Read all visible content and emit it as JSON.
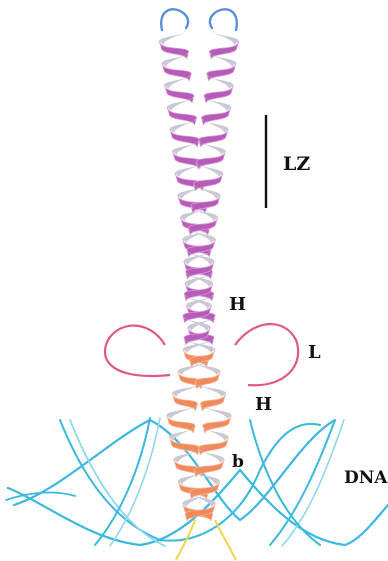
{
  "labels": {
    "leucine_zipper": "LZ",
    "helix_top": "H",
    "loop": "L",
    "helix_bottom": "H",
    "basic_region": "b",
    "dna": "DNA"
  },
  "colors": {
    "zipper_helix": "#b75bb8",
    "zipper_helix_light": "#d99ad8",
    "basic_helix": "#f08a5d",
    "basic_helix_light": "#f7b38f",
    "helix_back": "#c9c9d6",
    "loop": "#e0588a",
    "hairpin_top": "#5a8fd6",
    "dna_strand": "#3cb8de",
    "dna_strand_light": "#8fd6ee",
    "scale_bar": "#111111",
    "tail": "#f1d64a"
  },
  "icons": [
    "bhlh-zip-dimer-diagram",
    "dna-double-helix"
  ]
}
